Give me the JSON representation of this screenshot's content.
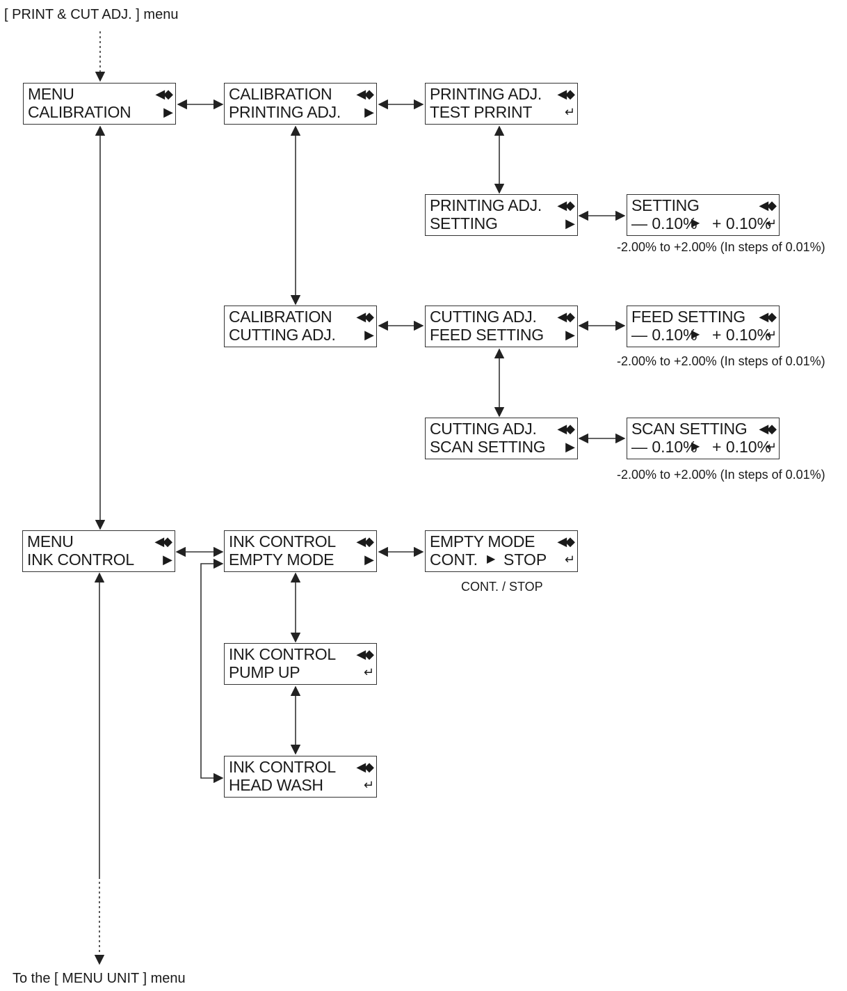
{
  "header": {
    "top_caption": "[ PRINT & CUT ADJ. ] menu",
    "bottom_caption": "To the [ MENU UNIT ] menu"
  },
  "icons": {
    "nav": "◀◆",
    "right": "▶",
    "enter": "↵"
  },
  "screens": {
    "menu_calibration": {
      "line1": "MENU",
      "line2": "CALIBRATION"
    },
    "calibration_printing": {
      "line1": "CALIBRATION",
      "line2": "PRINTING ADJ."
    },
    "printing_test": {
      "line1": "PRINTING ADJ.",
      "line2": "TEST PRRINT"
    },
    "printing_setting": {
      "line1": "PRINTING ADJ.",
      "line2": "SETTING"
    },
    "setting_value": {
      "line1": "SETTING",
      "left_value": "— 0.10%",
      "right_value": "+ 0.10%"
    },
    "calibration_cutting": {
      "line1": "CALIBRATION",
      "line2": "CUTTING ADJ."
    },
    "cutting_feed": {
      "line1": "CUTTING ADJ.",
      "line2": "FEED SETTING"
    },
    "feed_value": {
      "line1": "FEED SETTING",
      "left_value": "— 0.10%",
      "right_value": "+ 0.10%"
    },
    "cutting_scan": {
      "line1": "CUTTING ADJ.",
      "line2": "SCAN SETTING"
    },
    "scan_value": {
      "line1": "SCAN SETTING",
      "left_value": "— 0.10%",
      "right_value": "+ 0.10%"
    },
    "menu_ink": {
      "line1": "MENU",
      "line2": "INK CONTROL"
    },
    "ink_empty": {
      "line1": "INK CONTROL",
      "line2": "EMPTY MODE"
    },
    "empty_value": {
      "line1": "EMPTY MODE",
      "left_value": "CONT.",
      "right_value": "STOP"
    },
    "ink_pump": {
      "line1": "INK CONTROL",
      "line2": "PUMP UP"
    },
    "ink_headwash": {
      "line1": "INK CONTROL",
      "line2": "HEAD WASH"
    }
  },
  "notes": {
    "setting_range": "-2.00% to +2.00% (In steps of 0.01%)",
    "feed_range": "-2.00% to +2.00% (In steps of 0.01%)",
    "scan_range": "-2.00% to +2.00% (In steps of 0.01%)",
    "empty_options": "CONT. / STOP"
  }
}
